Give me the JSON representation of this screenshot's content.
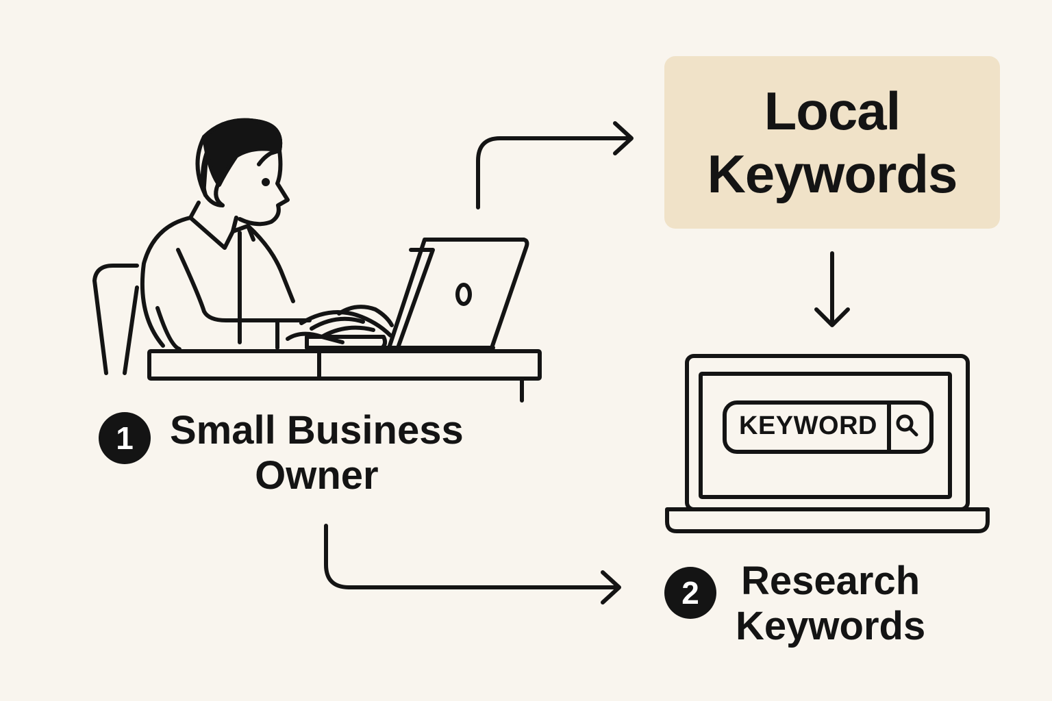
{
  "step1": {
    "number": "1",
    "lines": [
      "Small Business",
      "Owner"
    ]
  },
  "step2": {
    "number": "2",
    "lines": [
      "Research",
      "Keywords"
    ]
  },
  "local_box": {
    "lines": [
      "Local",
      "Keywords"
    ],
    "fill": "#f0e2c8"
  },
  "search_bar": {
    "value": "KEYWORD",
    "icon": "search-icon"
  },
  "colors": {
    "background": "#f9f5ee",
    "ink": "#141414"
  }
}
